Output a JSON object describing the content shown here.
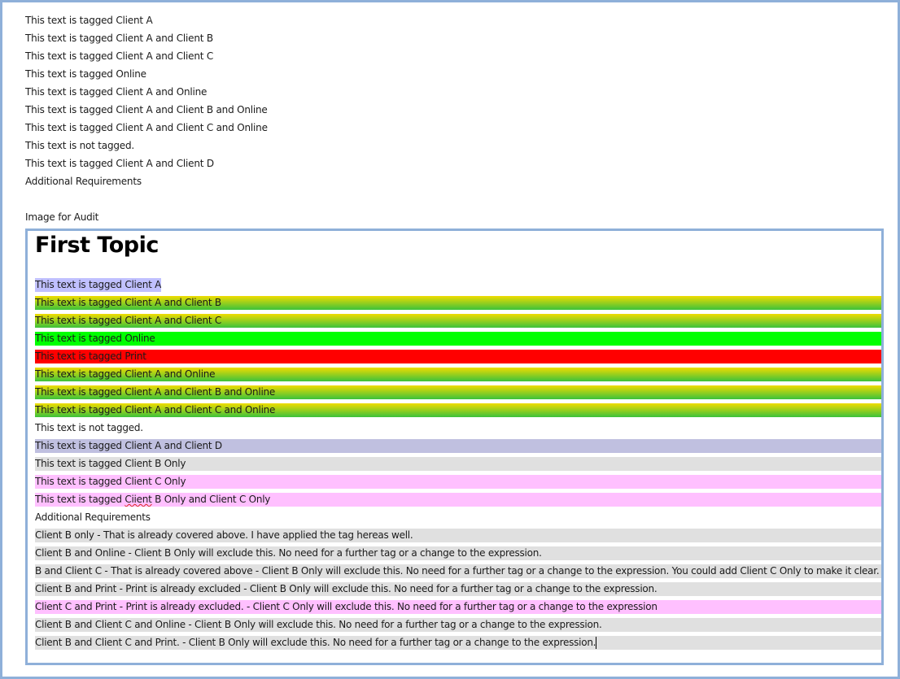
{
  "top_list": [
    "This text is tagged Client A",
    "This text is tagged Client A and Client B",
    "This text is tagged Client A and Client C",
    "This text is tagged Online",
    "This text is tagged Client A and Online",
    "This text is tagged Client A and Client B and Online",
    "This text is tagged Client A and Client C and Online",
    "This text is not tagged.",
    "This text is tagged Client A and Client D",
    "Additional Requirements"
  ],
  "audit_label": "Image for Audit",
  "audit": {
    "title": "First Topic",
    "rows": [
      {
        "text": "This text is tagged Client A",
        "style": "inline",
        "color": "#c0c0ff"
      },
      {
        "text": "This text is tagged Client A and Client B",
        "style": "grad"
      },
      {
        "text": "This text is tagged Client A and Client C",
        "style": "grad"
      },
      {
        "text": "This text is tagged Online",
        "style": "solid",
        "color": "#00ff00"
      },
      {
        "text": "This text is tagged Print",
        "style": "solid",
        "color": "#ff0000"
      },
      {
        "text": "This text is tagged Client A and Online",
        "style": "grad"
      },
      {
        "text": "This text is tagged Client A and Client B and Online",
        "style": "grad"
      },
      {
        "text": "This text is tagged Client A and Client C and Online",
        "style": "grad"
      },
      {
        "text": "This text is not tagged.",
        "style": "none"
      },
      {
        "text": "This text is tagged Client A and Client D",
        "style": "solid",
        "color": "#c0c0e0"
      },
      {
        "text": "This text is tagged Client B Only",
        "style": "solid",
        "color": "#e0e0e0"
      },
      {
        "text": "This text is tagged Client C Only",
        "style": "solid",
        "color": "#ffc0ff"
      },
      {
        "text": "",
        "style": "solid",
        "color": "#ffc0ff",
        "parts": [
          "This text is tagged ",
          "Ciient",
          " B Only and Client C Only"
        ]
      },
      {
        "text": "Additional Requirements",
        "style": "none"
      },
      {
        "text": "Client B only - That is already covered above. I have applied the tag hereas well.",
        "style": "solid",
        "color": "#e0e0e0"
      },
      {
        "text": "Client B and Online - Client B Only will exclude this. No need for a further tag or a change to the expression.",
        "style": "solid",
        "color": "#e0e0e0"
      },
      {
        "text": "B and Client C - That is already covered above - Client B Only will exclude this. No need for a further tag or a change to the expression. You could add Client C Only to make it clear.",
        "style": "solid",
        "color": "#e0e0e0"
      },
      {
        "text": "Client B and Print - Print is already excluded - Client B Only will exclude this. No need for a further tag or a change to the expression.",
        "style": "solid",
        "color": "#e0e0e0"
      },
      {
        "text": "Client C and Print - Print is already excluded. - Client C Only will exclude this. No need for a further tag or a change to the expression",
        "style": "solid",
        "color": "#ffc0ff"
      },
      {
        "text": "Client B and Client C and Online - Client B Only will exclude this. No need for a further tag or a change to the expression.",
        "style": "solid",
        "color": "#e0e0e0"
      },
      {
        "text": "Client B and Client C and Print. - Client B Only will exclude this. No need for a further tag or a change to the expression.",
        "style": "solid",
        "color": "#e0e0e0",
        "caret": true
      }
    ]
  }
}
